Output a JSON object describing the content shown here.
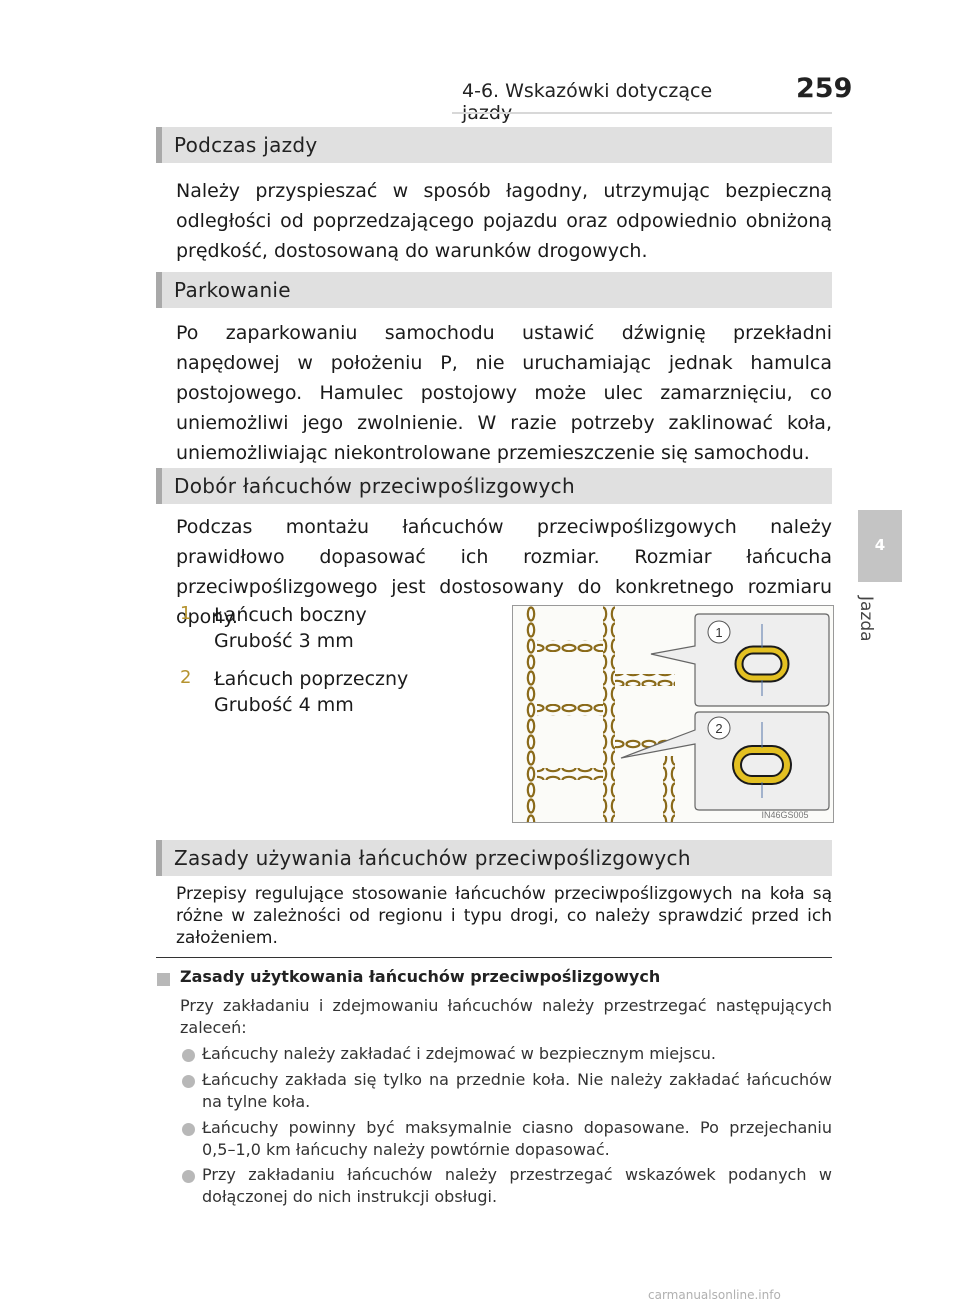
{
  "header": {
    "section_title": "4-6. Wskazówki dotyczące jazdy",
    "page_number": "259"
  },
  "side_tab": {
    "number": "4",
    "label": "Jazda"
  },
  "sections": [
    {
      "title": "Podczas jazdy",
      "body": "Należy przyspieszać w sposób łagodny, utrzymując bezpieczną odległości od poprzedzającego pojazdu oraz odpowiednio obniżoną prędkość, dostosowaną do warunków drogowych."
    },
    {
      "title": "Parkowanie",
      "body": "Po zaparkowaniu samochodu ustawić dźwignię przekładni napędowej w położeniu P, nie uruchamiając jednak hamulca postojowego. Hamulec postojowy może ulec zamarznięciu, co uniemożliwi jego zwolnienie. W razie potrzeby zaklinować koła, uniemożliwiając niekontrolowane przemieszczenie się samochodu."
    },
    {
      "title": "Dobór łańcuchów przeciwpoślizgowych",
      "body": "Podczas montażu łańcuchów przeciwpoślizgowych należy prawidłowo dopasować ich rozmiar. Rozmiar łańcucha przeciwpoślizgowego jest dostosowany do konkretnego rozmiaru opony."
    },
    {
      "title": "Zasady używania łańcuchów przeciwpoślizgowych",
      "body": "Przepisy regulujące stosowanie łańcuchów przeciwpoślizgowych na koła są różne w zależności od regionu i typu drogi, co należy sprawdzić przed ich założeniem."
    }
  ],
  "items": [
    {
      "num": "1",
      "name": "Łańcuch boczny",
      "detail": "Grubość 3 mm"
    },
    {
      "num": "2",
      "name": "Łańcuch poprzeczny",
      "detail": "Grubość 4 mm"
    }
  ],
  "figure": {
    "callout_1": "1",
    "callout_2": "2",
    "code": "IN46GS005"
  },
  "note": {
    "title": "Zasady użytkowania łańcuchów przeciwpoślizgowych",
    "intro": "Przy zakładaniu i zdejmowaniu łańcuchów należy przestrzegać następujących zaleceń:",
    "bullets": [
      "Łańcuchy należy zakładać i zdejmować w bezpiecznym miejscu.",
      "Łańcuchy zakłada się tylko na przednie koła. Nie należy zakładać łańcuchów na tylne koła.",
      "Łańcuchy powinny być maksymalnie ciasno dopasowane. Po przejechaniu 0,5–1,0 km łańcuchy należy powtórnie dopasować.",
      "Przy zakładaniu łańcuchów należy przestrzegać wskazówek podanych w dołączonej do nich instrukcji obsługi."
    ]
  },
  "watermark": "carmanualsonline.info"
}
